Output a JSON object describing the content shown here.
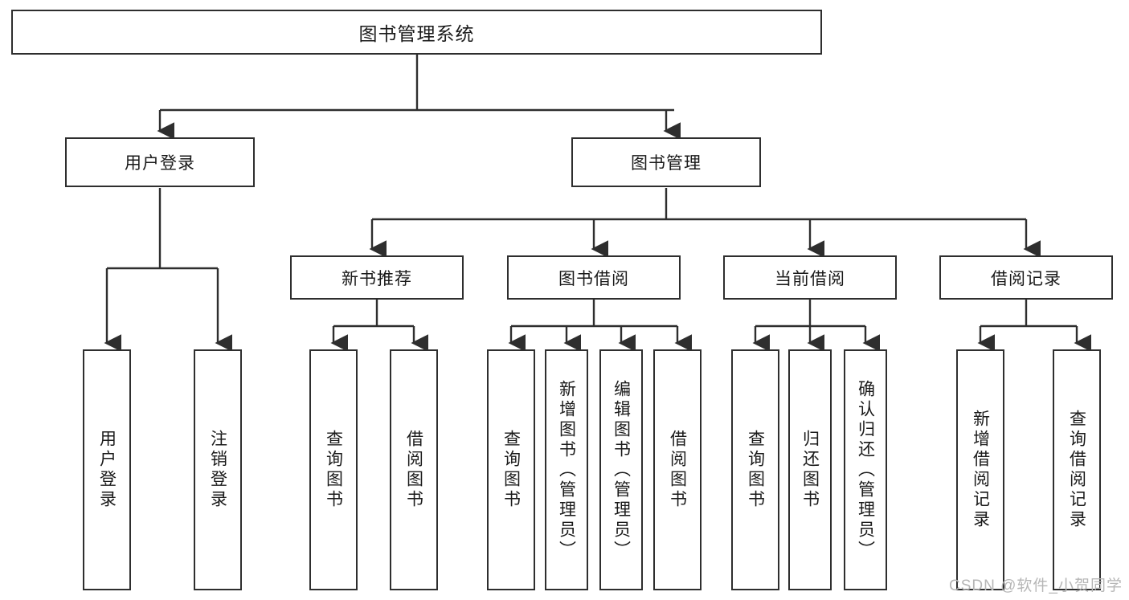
{
  "diagram": {
    "type": "tree",
    "title": "图书管理系统",
    "watermark": "CSDN @软件_小贺同学",
    "colors": {
      "box_border": "#2e2e2e",
      "box_fill": "#ffffff",
      "connector": "#2e2e2e",
      "text": "#1a1a1a",
      "watermark": "#b6b6b6",
      "background": "#ffffff"
    },
    "root": {
      "label": "图书管理系统"
    },
    "level2": [
      {
        "label": "用户登录"
      },
      {
        "label": "图书管理"
      }
    ],
    "level3": [
      {
        "label": "新书推荐"
      },
      {
        "label": "图书借阅"
      },
      {
        "label": "当前借阅"
      },
      {
        "label": "借阅记录"
      }
    ],
    "leaves": {
      "user_login": [
        {
          "label": "用户登录"
        },
        {
          "label": "注销登录"
        }
      ],
      "new_book_recommend": [
        {
          "label": "查询图书"
        },
        {
          "label": "借阅图书"
        }
      ],
      "book_borrow": [
        {
          "label": "查询图书"
        },
        {
          "label": "新增图书（管理员）"
        },
        {
          "label": "编辑图书（管理员）"
        },
        {
          "label": "借阅图书"
        }
      ],
      "current_borrow": [
        {
          "label": "查询图书"
        },
        {
          "label": "归还图书"
        },
        {
          "label": "确认归还（管理员）"
        }
      ],
      "borrow_record": [
        {
          "label": "新增借阅记录"
        },
        {
          "label": "查询借阅记录"
        }
      ]
    }
  }
}
